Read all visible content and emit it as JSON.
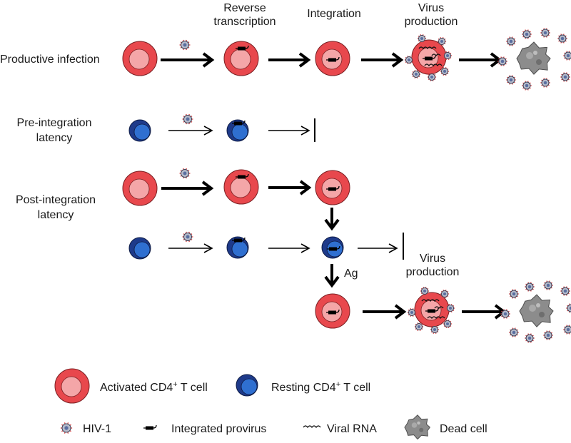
{
  "colors": {
    "activated_outer": "#e8484d",
    "activated_inner": "#f4a6a8",
    "resting_outer": "#1e3a8a",
    "resting_inner": "#2f6fd0",
    "arrow": "#000000",
    "virus": "#8a8fa0",
    "virus_spike": "#d94a4a",
    "dead_cell": "#8c8c8c"
  },
  "stage_headers": {
    "reverse_transcription": "Reverse\ntranscription",
    "integration": "Integration",
    "virus_production": "Virus\nproduction"
  },
  "rows": {
    "productive": "Productive infection",
    "pre_integration": "Pre-integration\nlatency",
    "post_integration": "Post-integration\nlatency"
  },
  "labels": {
    "ag": "Ag",
    "virus_production_lower": "Virus\nproduction"
  },
  "legend": {
    "activated": "Activated CD4+ T cell",
    "resting": "Resting CD4+ T cell",
    "hiv": "HIV-1",
    "provirus": "Integrated provirus",
    "viral_rna": "Viral RNA",
    "dead_cell": "Dead cell"
  },
  "icons": {
    "activated_cell": "activated-cd4-cell-icon",
    "resting_cell": "resting-cd4-cell-icon",
    "virus": "hiv-virion-icon",
    "provirus": "integrated-provirus-icon",
    "viral_rna": "viral-rna-icon",
    "dead_cell": "dead-cell-icon"
  }
}
